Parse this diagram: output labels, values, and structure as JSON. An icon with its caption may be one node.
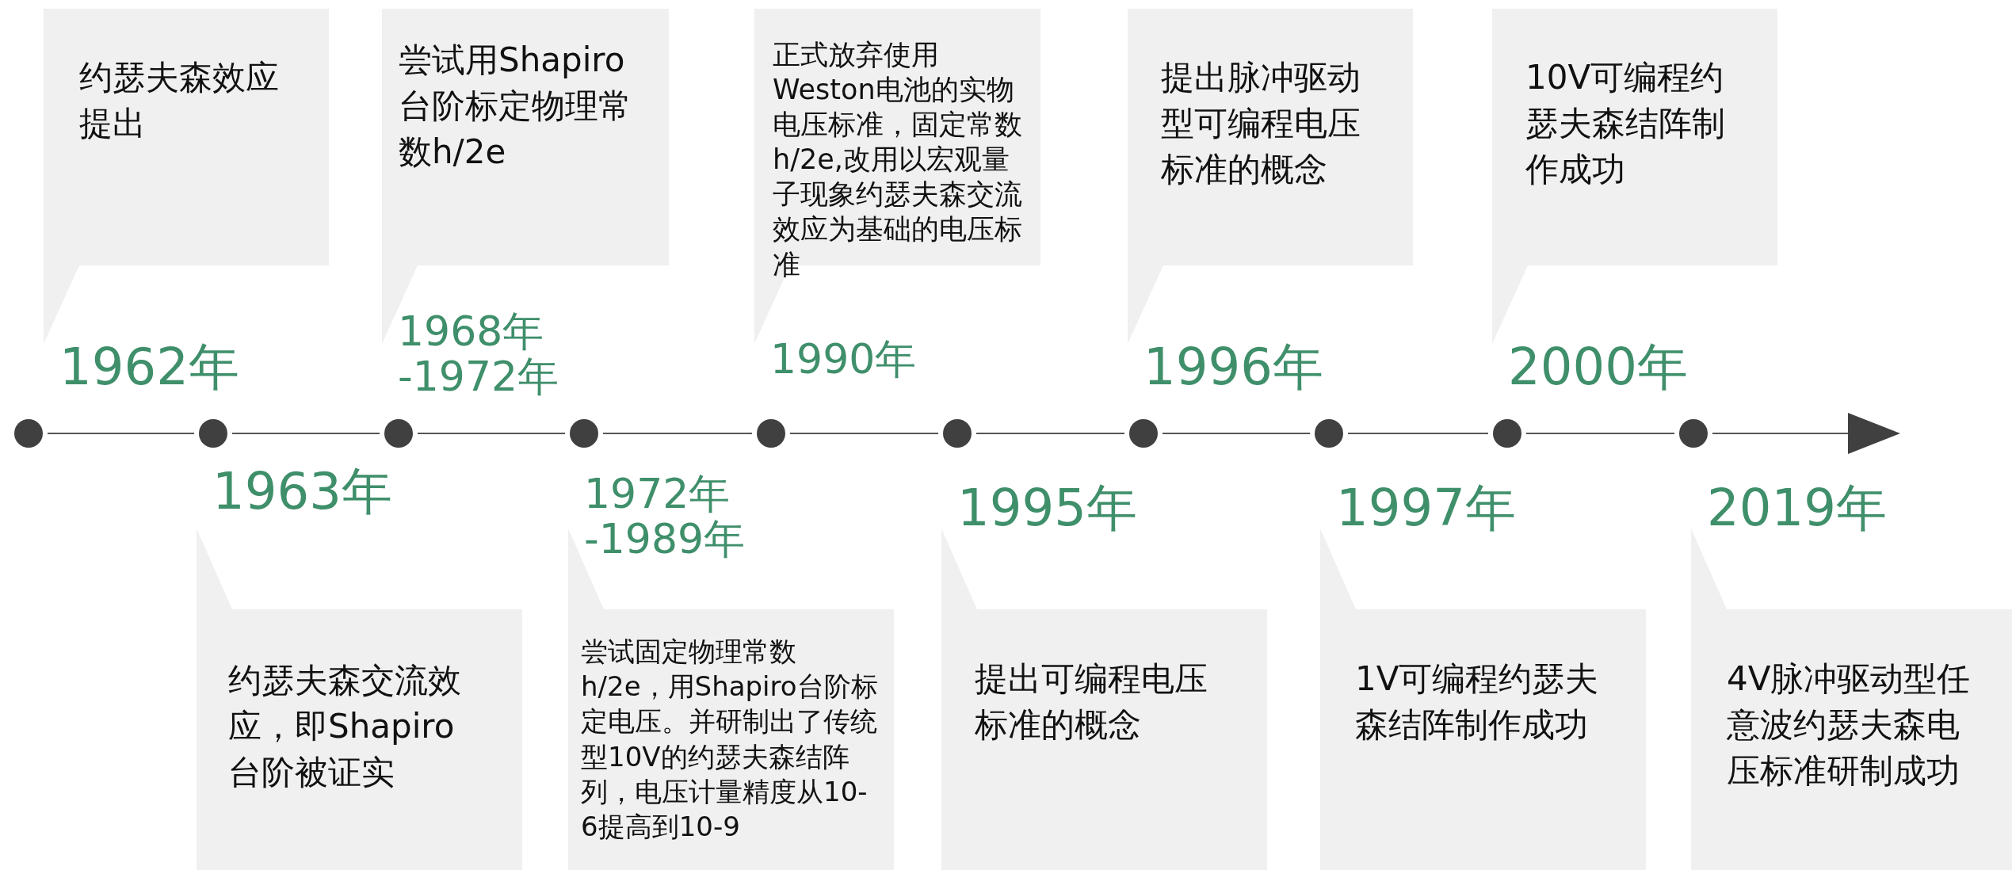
{
  "diagram": {
    "nodes": [
      {
        "text": [
          "约瑟夫森效应提出",
          "1962年"
        ]
      },
      {
        "text": [
          "尝试用Shapiro台阶标定物理常数h/2e",
          "1968年 -1972年"
        ]
      },
      {
        "text": [
          "正式放弃使用Weston电池的实物电压标准，固定常数h/2e,改用以宏观量子现象约瑟夫森交流效应为基础的电压标准",
          "1990年"
        ]
      },
      {
        "text": [
          "提出脉冲驱动型可编程电压标准的概念",
          "1996年"
        ]
      },
      {
        "text": [
          "10V可编程约瑟夫森结阵制作成功",
          "2000年"
        ]
      },
      {
        "text": [
          "1963年",
          "约瑟夫森交流效应，即Shapiro台阶被证实"
        ]
      },
      {
        "text": [
          "1972年 -1989年",
          "尝试固定物理常数h/2e，用Shapiro台阶标定电压。并研制出了传统型10V的约瑟夫森结阵列，电压计量精度从10-6提高到10-9"
        ]
      },
      {
        "text": [
          "1995年",
          "提出可编程电压标准的概念"
        ]
      },
      {
        "text": [
          "1997年",
          "1V可编程约瑟夫森结阵制作成功"
        ]
      },
      {
        "text": [
          "2019年",
          "4V脉冲驱动型任意波约瑟夫森电压标准研制成功"
        ]
      },
      {
        "text": [],
        "shape": "circle"
      },
      {
        "text": [],
        "shape": "circle"
      },
      {
        "text": [],
        "shape": "circle"
      },
      {
        "text": [],
        "shape": "circle"
      },
      {
        "text": [],
        "shape": "circle"
      },
      {
        "text": [],
        "shape": "circle"
      },
      {
        "text": [],
        "shape": "circle"
      },
      {
        "text": [],
        "shape": "circle"
      },
      {
        "text": [],
        "shape": "circle"
      },
      {
        "text": [],
        "shape": "circle"
      }
    ],
    "edges": [
      {
        "from": 10,
        "to": 11,
        "arrow": "none"
      },
      {
        "from": 11,
        "to": 12,
        "arrow": "none"
      },
      {
        "from": 12,
        "to": 13,
        "arrow": "none"
      },
      {
        "from": 13,
        "to": 14,
        "arrow": "none"
      },
      {
        "from": 14,
        "to": 15,
        "arrow": "none"
      },
      {
        "from": 15,
        "to": 16,
        "arrow": "none"
      },
      {
        "from": 16,
        "to": 17,
        "arrow": "none"
      },
      {
        "from": 17,
        "to": 18,
        "arrow": "none"
      },
      {
        "from": 18,
        "to": 19,
        "arrow": "none"
      },
      {
        "from": 19,
        "to": null,
        "arrow": "to"
      }
    ]
  }
}
